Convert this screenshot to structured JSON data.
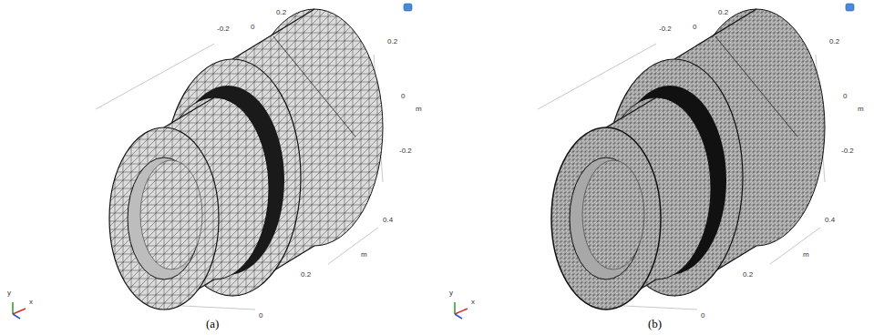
{
  "diagram": {
    "labels": [
      "-0.2",
      "0",
      "0.2",
      "0.2",
      "0",
      "m",
      "-0.2",
      "0.4",
      "m",
      "0.2",
      "0",
      "y",
      "x",
      "(a)",
      "-0.2",
      "0",
      "0.2",
      "0.2",
      "0",
      "m",
      "-0.2",
      "0.4",
      "m",
      "0.2",
      "0",
      "y",
      "x",
      "(b)"
    ]
  }
}
